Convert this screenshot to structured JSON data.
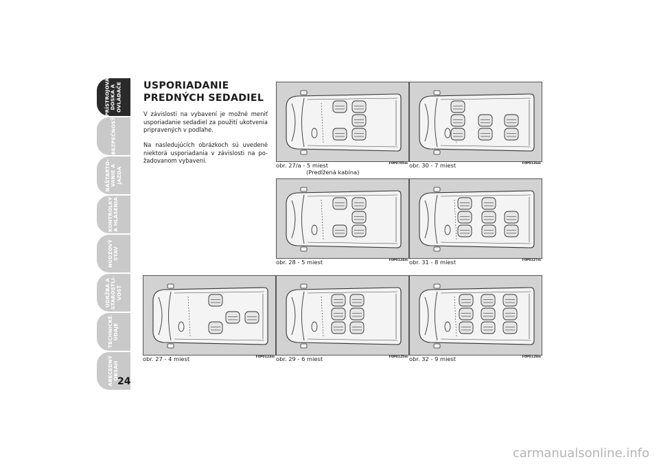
{
  "side_tabs": [
    {
      "label": "PRÍSTROJOVÁ\nDOSKA A\nOVLÁDAČE",
      "active": true
    },
    {
      "label": "BEZPEČNOSŤ",
      "active": false
    },
    {
      "label": "NAŠTARTO-\nVANIE A\nJAZDA",
      "active": false
    },
    {
      "label": "KONTROLKY\nA HLÁSENIA",
      "active": false
    },
    {
      "label": "NÚDZOVÝ\nSTAV",
      "active": false
    },
    {
      "label": "ÚDRŽBA A\nSTAROSTLI-\nVOSŤ",
      "active": false
    },
    {
      "label": "TECHNICKÉ\nÚDAJE",
      "active": false
    },
    {
      "label": "ABECEDNÝ\nOBSAH",
      "active": false
    }
  ],
  "page_number": "24",
  "section": {
    "title": "USPORIADANIE\nPREDNÝCH SEDADIEL",
    "paragraphs": [
      "V závislosti na vybavení je možné meniť usporiadanie sedadiel za použití ukotvenia pripravených v podlahe.",
      "Na nasledujúcích obrázkoch sú uvedené niektorá usporiadania v závislosti na po-žadovanom vybavení."
    ]
  },
  "figures": [
    {
      "id": "fig-27a",
      "caption": "obr. 27/a - 5 miest",
      "caption_sub": "(Predĺžená kabína)",
      "code": "F0P0705m",
      "seats": 5
    },
    {
      "id": "fig-30",
      "caption": "obr. 30 - 7 miest",
      "code": "F0P0126m",
      "seats": 7
    },
    {
      "id": "fig-28",
      "caption": "obr. 28 - 5 miest",
      "code": "F0P0124m",
      "seats": 5
    },
    {
      "id": "fig-31",
      "caption": "obr. 31 - 8 miest",
      "code": "F0P0127m",
      "seats": 8
    },
    {
      "id": "fig-27",
      "caption": "obr. 27 - 4 miest",
      "code": "F0P0123m",
      "seats": 4
    },
    {
      "id": "fig-29",
      "caption": "obr. 29 - 6 miest",
      "code": "F0P0125m",
      "seats": 6
    },
    {
      "id": "fig-32",
      "caption": "obr. 32 - 9 miest",
      "code": "F0P0128m",
      "seats": 9
    }
  ],
  "watermark": "carmanualsonline.info"
}
